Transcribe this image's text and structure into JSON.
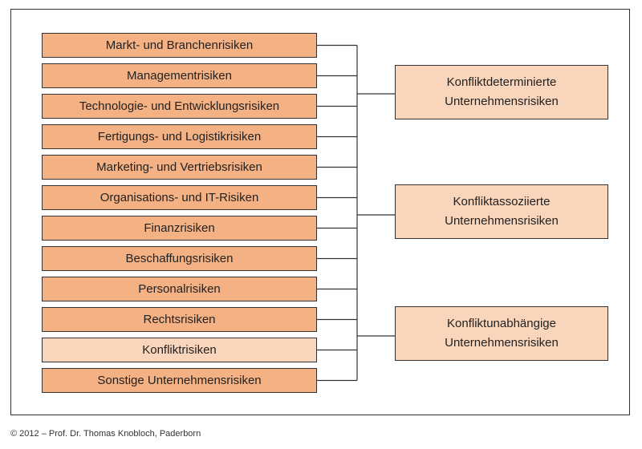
{
  "colors": {
    "box_fill": "#f4b183",
    "box_fill_light": "#f9d5bb",
    "category_fill": "#f9d5bb",
    "line": "#333333"
  },
  "risks": [
    {
      "label": "Markt- und Branchenrisiken",
      "group": 0
    },
    {
      "label": "Managementrisiken",
      "group": 0
    },
    {
      "label": "Technologie- und Entwicklungsrisiken",
      "group": 0
    },
    {
      "label": "Fertigungs- und Logistikrisiken",
      "group": 0
    },
    {
      "label": "Marketing- und Vertriebsrisiken",
      "group": 1
    },
    {
      "label": "Organisations- und IT-Risiken",
      "group": 1
    },
    {
      "label": "Finanzrisiken",
      "group": 1
    },
    {
      "label": "Beschaffungsrisiken",
      "group": 1
    },
    {
      "label": "Personalrisiken",
      "group": 2
    },
    {
      "label": "Rechtsrisiken",
      "group": 2
    },
    {
      "label": "Konfliktrisiken",
      "group": 2,
      "highlight": true
    },
    {
      "label": "Sonstige Unternehmensrisiken",
      "group": 2
    }
  ],
  "categories": [
    {
      "label": "Konfliktdeterminierte\nUnternehmensrisiken"
    },
    {
      "label": "Konfliktassoziierte\nUnternehmensrisiken"
    },
    {
      "label": "Konfliktunabhängige\nUnternehmensrisiken"
    }
  ],
  "footer": "© 2012 – Prof. Dr. Thomas Knobloch, Paderborn"
}
